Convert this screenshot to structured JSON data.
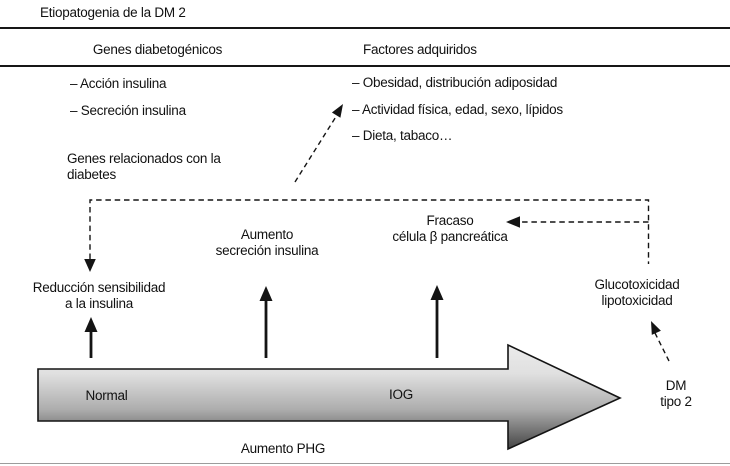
{
  "figure": {
    "title": "Etiopatogenia de la DM 2"
  },
  "columns": {
    "genetic": {
      "header": "Genes diabetogénicos",
      "items": [
        "– Acción insulina",
        "– Secreción insulina"
      ]
    },
    "acquired": {
      "header": "Factores adquiridos",
      "items": [
        "– Obesidad, distribución adiposidad",
        "– Actividad física, edad, sexo, lípidos",
        "– Dieta, tabaco…"
      ]
    }
  },
  "nodes": {
    "genes_related": {
      "line1": "Genes relacionados con la",
      "line2": "diabetes"
    },
    "insulin_secretion": {
      "line1": "Aumento",
      "line2": "secreción insulina"
    },
    "beta_cell_failure": {
      "line1": "Fracaso",
      "line2": "célula β pancreática"
    },
    "insulin_sensitivity": {
      "line1": "Reducción sensibilidad",
      "line2": "a la insulina"
    },
    "toxicity": {
      "line1": "Glucotoxicidad",
      "line2": "lipotoxicidad"
    },
    "dm2": {
      "line1": "DM",
      "line2": "tipo 2"
    }
  },
  "timeline": {
    "stage_normal": "Normal",
    "stage_iog": "IOG",
    "caption": "Aumento PHG"
  },
  "colors": {
    "text": "#111111",
    "rule": "#161616",
    "bottom_rule": "#9c9c9c",
    "arrow_gradient_top": "#ededed",
    "arrow_gradient_bottom": "#3c3c3c",
    "connector": "#141414"
  }
}
